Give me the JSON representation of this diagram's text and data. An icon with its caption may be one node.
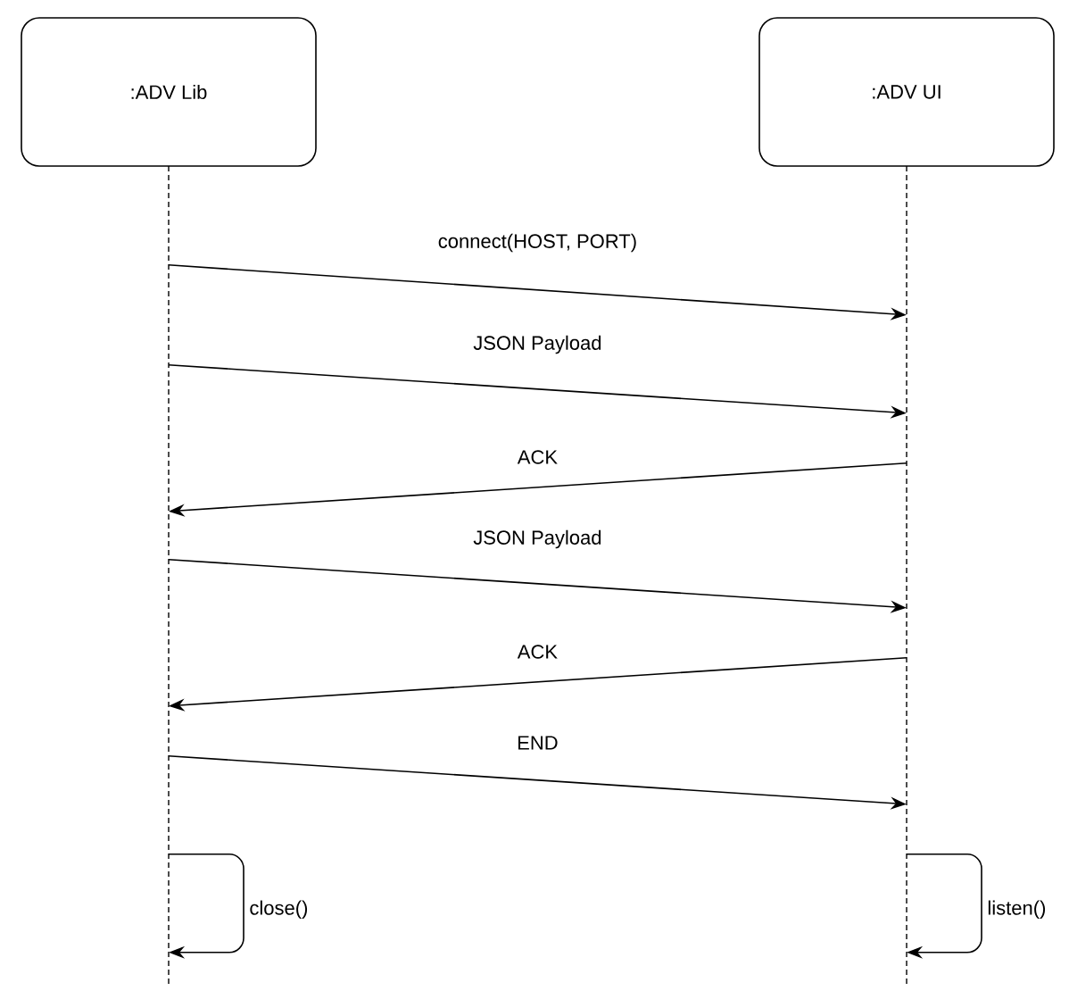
{
  "diagram": {
    "nodes": [
      {
        "text": [
          ":ADV Lib"
        ]
      },
      {
        "text": [
          ":ADV UI"
        ]
      }
    ],
    "edges": [
      {
        "from": 0,
        "to": 1,
        "arrow": "to",
        "label": "connect(HOST, PORT)"
      },
      {
        "from": 0,
        "to": 1,
        "arrow": "to",
        "label": "JSON Payload"
      },
      {
        "from": 1,
        "to": 0,
        "arrow": "to",
        "label": "ACK"
      },
      {
        "from": 0,
        "to": 1,
        "arrow": "to",
        "label": "JSON Payload"
      },
      {
        "from": 1,
        "to": 0,
        "arrow": "to",
        "label": "ACK"
      },
      {
        "from": 0,
        "to": 1,
        "arrow": "to",
        "label": "END"
      },
      {
        "from": 0,
        "to": 0,
        "arrow": "to",
        "label": "close()"
      },
      {
        "from": 1,
        "to": 1,
        "arrow": "to",
        "label": "listen()"
      }
    ]
  }
}
